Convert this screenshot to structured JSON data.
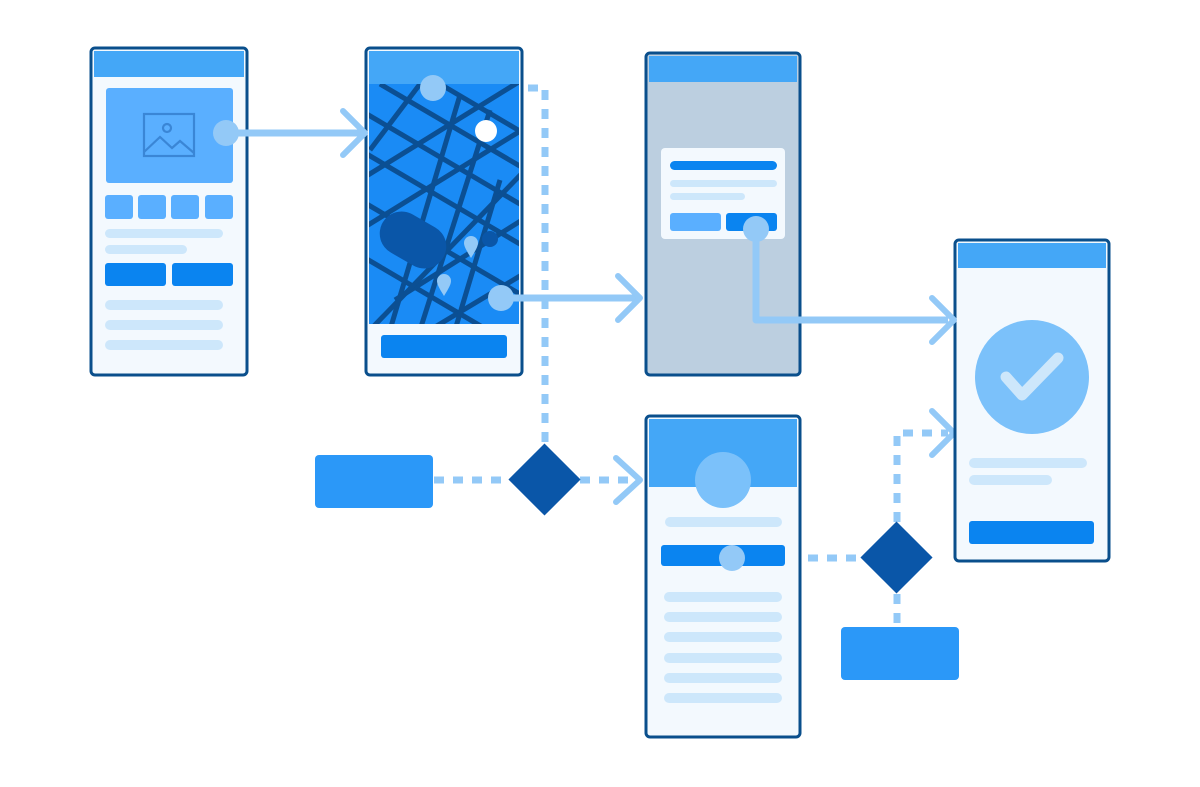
{
  "colors": {
    "background": "#ffffff",
    "frame_border": "#0a4f8c",
    "screen_bg": "#f3f9fe",
    "header_bar": "#44a7f7",
    "accent_blue": "#0a84f0",
    "mid_blue": "#5aafff",
    "light_blue": "#cde7fb",
    "connector": "#93c9f7",
    "decision": "#0a56a8",
    "map_bg": "#1a8bf5",
    "map_roads": "#0b4f93",
    "modal_overlay": "#bccfe0",
    "success_circle": "#7bc1fa",
    "white": "#ffffff"
  },
  "diagram": {
    "screens": [
      {
        "id": "image-gallery-screen",
        "kind": "gallery",
        "interactable": true
      },
      {
        "id": "map-screen",
        "kind": "map",
        "interactable": true
      },
      {
        "id": "modal-dialog-screen",
        "kind": "modal",
        "interactable": true
      },
      {
        "id": "success-screen",
        "kind": "success",
        "interactable": true
      },
      {
        "id": "profile-screen",
        "kind": "profile",
        "interactable": true
      }
    ],
    "decisions": [
      {
        "id": "decision-node-1"
      },
      {
        "id": "decision-node-2"
      }
    ],
    "action_blocks": [
      {
        "id": "action-block-left"
      },
      {
        "id": "action-block-bottom"
      }
    ],
    "connectors": [
      {
        "id": "connector-gallery-to-map",
        "style": "solid",
        "arrow": true
      },
      {
        "id": "connector-map-to-modal",
        "style": "solid",
        "arrow": true
      },
      {
        "id": "connector-modal-to-success",
        "style": "solid",
        "arrow": true
      },
      {
        "id": "connector-map-to-decision",
        "style": "dashed",
        "arrow": false
      },
      {
        "id": "connector-block-to-decision",
        "style": "dashed",
        "arrow": false
      },
      {
        "id": "connector-decision-to-profile",
        "style": "dashed",
        "arrow": true
      },
      {
        "id": "connector-profile-to-decision",
        "style": "dashed",
        "arrow": false
      },
      {
        "id": "connector-decision-to-success",
        "style": "dashed",
        "arrow": true
      },
      {
        "id": "connector-decision-to-block",
        "style": "dashed",
        "arrow": false
      }
    ],
    "icons": [
      {
        "id": "image-placeholder-icon"
      },
      {
        "id": "checkmark-icon"
      },
      {
        "id": "map-pin-icon"
      }
    ]
  }
}
